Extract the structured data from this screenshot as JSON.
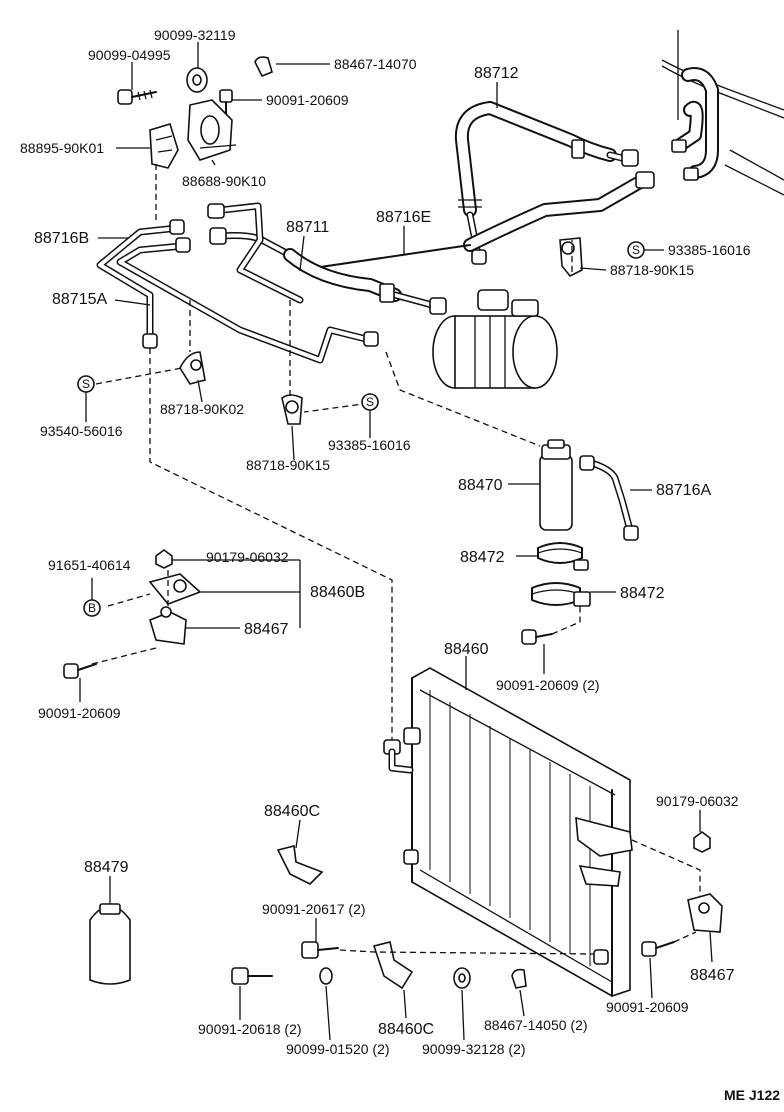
{
  "diagram": {
    "code": "ME  J122",
    "labels": {
      "p90099_04995": "90099-04995",
      "p90099_32119": "90099-32119",
      "p88467_14070": "88467-14070",
      "p90091_20609_a": "90091-20609",
      "p88895_90K01": "88895-90K01",
      "p88688_90K10": "88688-90K10",
      "p88712": "88712",
      "p88716B": "88716B",
      "p88711": "88711",
      "p88716E": "88716E",
      "p93385_16016_a": "93385-16016",
      "p88718_90K15_a": "88718-90K15",
      "p88715A": "88715A",
      "p93540_56016": "93540-56016",
      "p88718_90K02": "88718-90K02",
      "p93385_16016_b": "93385-16016",
      "p88718_90K15_b": "88718-90K15",
      "p88470": "88470",
      "p88716A": "88716A",
      "p91651_40614": "91651-40614",
      "p90179_06032_a": "90179-06032",
      "p88460B": "88460B",
      "p88472_a": "88472",
      "p88472_b": "88472",
      "p88467_a": "88467",
      "p90091_20609_b": "90091-20609",
      "p88460": "88460",
      "p90091_20609_2": "90091-20609 (2)",
      "p88460C_a": "88460C",
      "p90179_06032_b": "90179-06032",
      "p88479": "88479",
      "p90091_20617_2": "90091-20617 (2)",
      "p88467_b": "88467",
      "p90091_20618_2": "90091-20618 (2)",
      "p90099_01520_2": "90099-01520 (2)",
      "p88460C_b": "88460C",
      "p90099_32128_2": "90099-32128 (2)",
      "p88467_14050_2": "88467-14050 (2)",
      "p90091_20609_c": "90091-20609"
    },
    "markers": {
      "s": "S",
      "b": "B"
    }
  }
}
